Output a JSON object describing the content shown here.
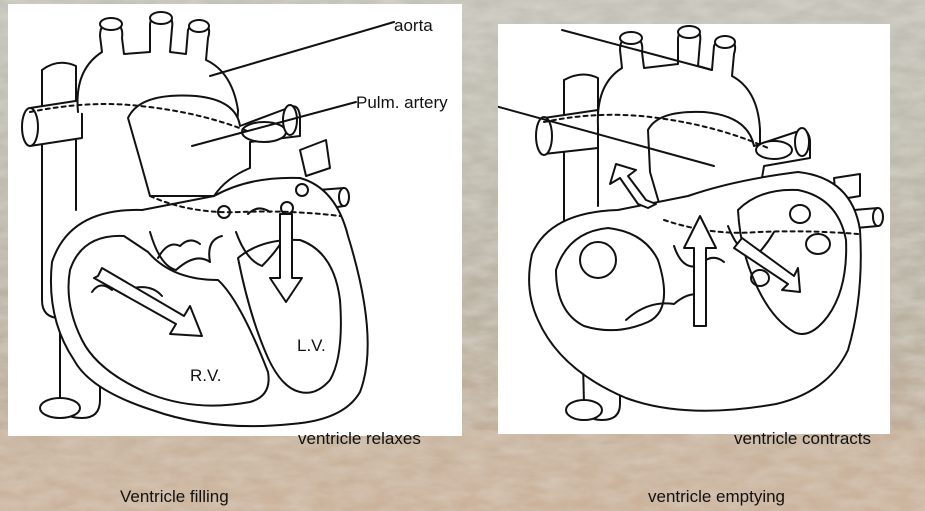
{
  "labels": {
    "aorta": "aorta",
    "pulm_artery": "Pulm. artery",
    "lv": "L.V.",
    "rv": "R.V."
  },
  "left_panel": {
    "state": "ventricle relaxes",
    "caption": "Ventricle filling"
  },
  "right_panel": {
    "state": "ventricle contracts",
    "caption": "ventricle emptying"
  },
  "colors": {
    "background_texture": "#b7b4a8",
    "panel": "#ffffff",
    "ink": "#111111"
  }
}
